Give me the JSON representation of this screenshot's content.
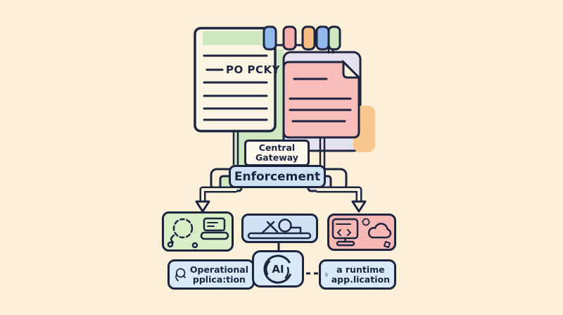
{
  "background_color": "#fcf0d9",
  "line_color": "#1d2440",
  "documents": {
    "policy_label": "PO PCKY",
    "main_doc_color": "#faf5e3",
    "header_band_color": "#cfe8c2",
    "pink_doc_color": "#f8bcb9",
    "lavender_doc_color": "#e6e1ee",
    "orange_accent_color": "#f7c78e",
    "tabs": [
      {
        "name": "tab-1",
        "color": "#92b9ec"
      },
      {
        "name": "tab-2",
        "color": "#f8b0ad"
      },
      {
        "name": "tab-3",
        "color": "#f8bf84"
      },
      {
        "name": "tab-4",
        "color": "#92b9ec"
      },
      {
        "name": "tab-5",
        "color": "#cfe8c2"
      }
    ]
  },
  "gateway": {
    "line1": "Central",
    "line2": "Gateway",
    "color": "#fdf9ee"
  },
  "enforcement": {
    "label": "Enforcement",
    "color": "#cfe2f4"
  },
  "channels": [
    {
      "name": "operations-channel",
      "color": "#d9edc7",
      "icons": [
        "agent-person-icon",
        "laptop-icon"
      ]
    },
    {
      "name": "workflow-channel",
      "color": "#cfe2f4",
      "icons": [
        "workbench-icon"
      ]
    },
    {
      "name": "dev-cloud-channel",
      "color": "#f8b9b4",
      "icons": [
        "code-monitor-icon",
        "gear-icon",
        "cloud-icon"
      ]
    }
  ],
  "bottom": {
    "operational": {
      "line1": "Operational",
      "line2": "pplica:tion",
      "icon": "headset-icon",
      "color": "#d9e9f7"
    },
    "ai": {
      "label": "AI",
      "color": "#d9e9f7"
    },
    "runtime": {
      "line1": "a runtime",
      "line2": "app.lication",
      "icon": "lightbulb-icon",
      "color": "#d9e9f7"
    }
  }
}
